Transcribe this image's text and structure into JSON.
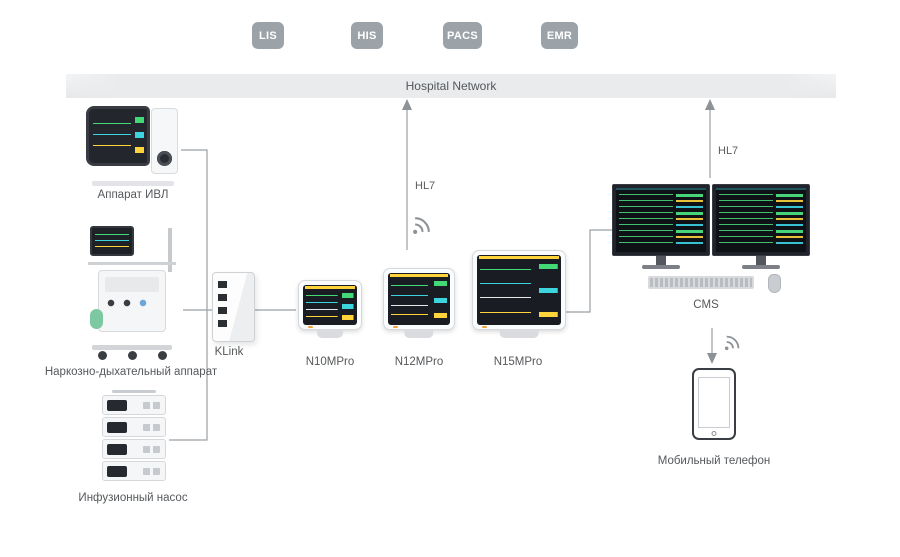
{
  "systems": [
    {
      "label": "LIS"
    },
    {
      "label": "HIS"
    },
    {
      "label": "PACS"
    },
    {
      "label": "EMR"
    }
  ],
  "network": {
    "label": "Hospital Network"
  },
  "devices": {
    "ventilator": {
      "label": "Аппарат ИВЛ"
    },
    "anesthesia": {
      "label": "Наркозно-дыхательный аппарат"
    },
    "infusion_pump": {
      "label": "Инфузионный насос"
    },
    "gateway": {
      "label": "KLink"
    },
    "monitor_small": {
      "label": "N10MPro"
    },
    "monitor_medium": {
      "label": "N12MPro"
    },
    "monitor_large": {
      "label": "N15MPro"
    },
    "central_station": {
      "label": "CMS"
    },
    "mobile": {
      "label": "Мобильный телефон"
    }
  },
  "protocol_labels": {
    "monitors_to_network": "HL7",
    "cms_to_network": "HL7"
  },
  "icons": {
    "wireless_left": "wireless-signal-icon",
    "wireless_right": "wireless-signal-icon"
  },
  "colors": {
    "badge_bg": "#9ba2a8",
    "network_bar_bg": "#e9ebed",
    "connector_line": "#9aa0a5",
    "text": "#55585b",
    "wave_green": "#43d977",
    "wave_cyan": "#3cd4de",
    "wave_yellow": "#ffd43b",
    "screen_dark": "#191d23"
  }
}
